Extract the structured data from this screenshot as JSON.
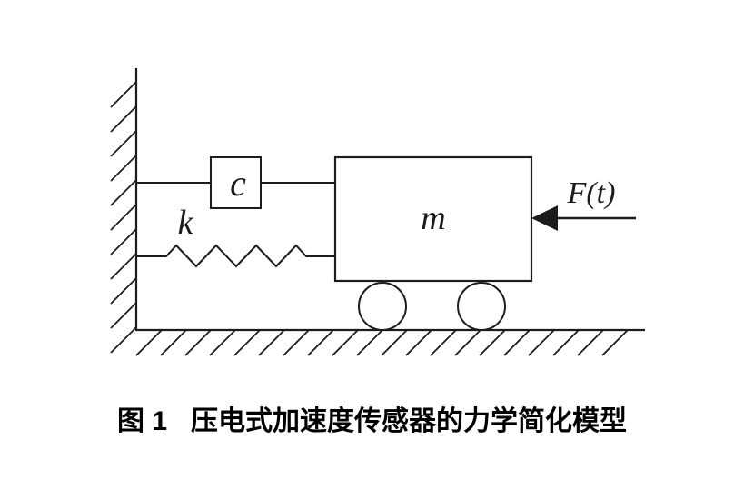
{
  "figure": {
    "labels": {
      "damper": "c",
      "spring": "k",
      "mass": "m",
      "force": "F(t)"
    },
    "caption": {
      "figure_number": "图 1",
      "title": "压电式加速度传感器的力学简化模型"
    },
    "colors": {
      "line": "#1c1c1c",
      "background": "#ffffff"
    }
  }
}
